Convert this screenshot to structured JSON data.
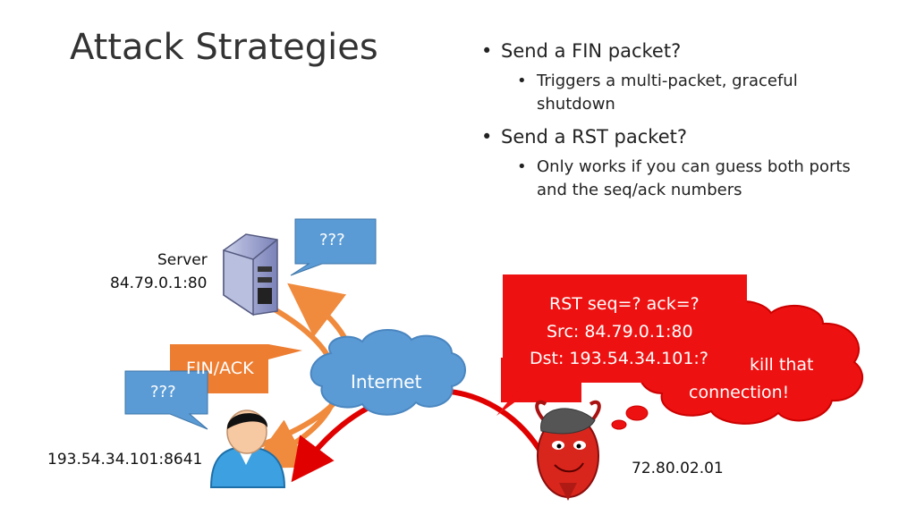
{
  "title": "Attack Strategies",
  "bullets": [
    {
      "text": "Send a FIN packet?",
      "sub": [
        "Triggers a multi-packet, graceful shutdown"
      ]
    },
    {
      "text": "Send a RST packet?",
      "sub": [
        "Only works if you can guess both ports and the seq/ack numbers"
      ]
    }
  ],
  "server": {
    "label": "Server",
    "address": "84.79.0.1:80",
    "bubble": "???"
  },
  "client": {
    "address": "193.54.34.101:8641",
    "bubble": "???"
  },
  "internet": {
    "label": "Internet"
  },
  "fin_box": {
    "label": "FIN/ACK"
  },
  "attacker": {
    "address": "72.80.02.01",
    "thought_line1": "kill that",
    "thought_line2": "connection!"
  },
  "rst_box": {
    "line1": "RST seq=? ack=?",
    "line2": "Src: 84.79.0.1:80",
    "line3": "Dst: 193.54.34.101:?"
  },
  "colors": {
    "blue_box": "#5b9bd5",
    "orange": "#ed7d31",
    "red": "#ff0000",
    "arrow_orange": "#f08a3c"
  }
}
